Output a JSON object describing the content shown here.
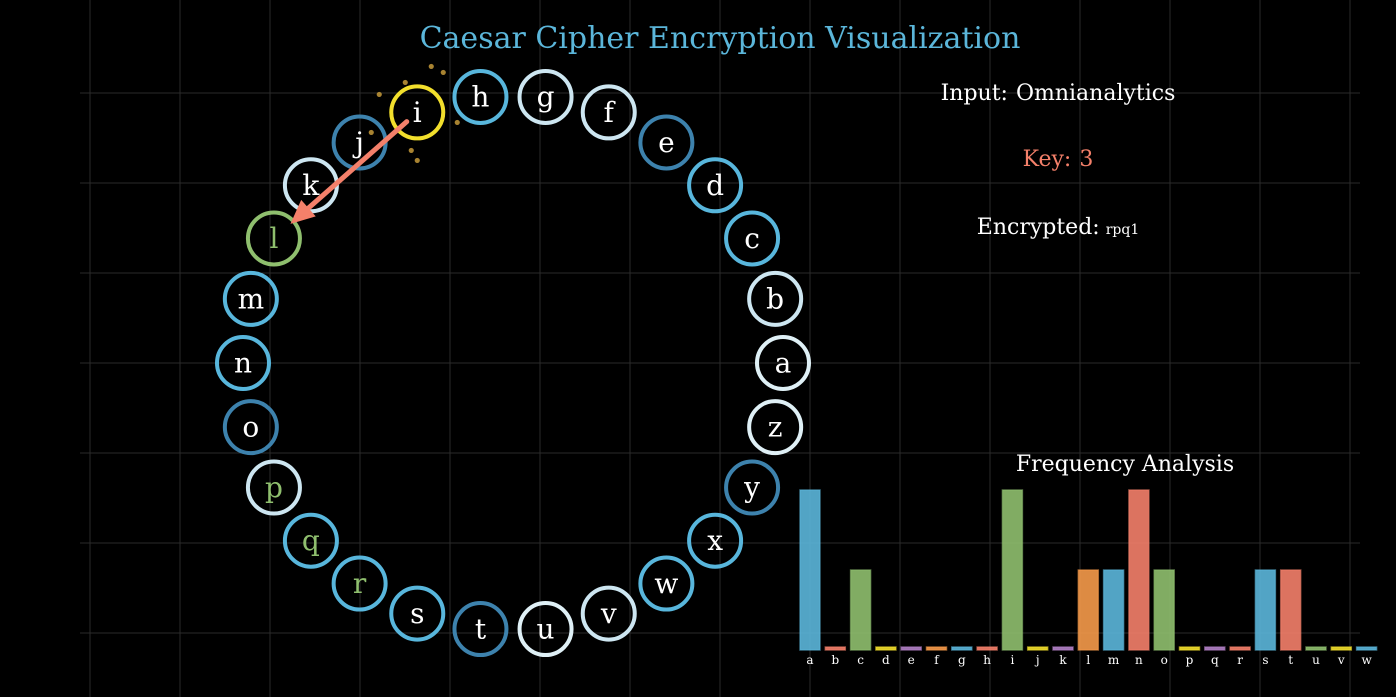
{
  "title": "Caesar Cipher Encryption Visualization",
  "info": {
    "input_label": "Input:",
    "input_value": "Omnianalytics",
    "key_label": "Key:",
    "key_value": "3",
    "encrypted_label": "Encrypted:",
    "encrypted_value": "rpq1"
  },
  "colors": {
    "background": "#000000",
    "title": "#5bb6da",
    "key": "#f4806a",
    "highlight_circle": "#f2df2c",
    "arrow": "#f4806a",
    "shifted_text": "#8fbf6e",
    "shifted_circle": "#8fbf6e"
  },
  "wheel": {
    "letters": [
      {
        "ch": "a",
        "ring": "#dff0f6",
        "text": "white"
      },
      {
        "ch": "b",
        "ring": "#cde6f1",
        "text": "white"
      },
      {
        "ch": "c",
        "ring": "#58b6dc",
        "text": "white"
      },
      {
        "ch": "d",
        "ring": "#58b6dc",
        "text": "white"
      },
      {
        "ch": "e",
        "ring": "#3d82ad",
        "text": "white"
      },
      {
        "ch": "f",
        "ring": "#cde6f1",
        "text": "white"
      },
      {
        "ch": "g",
        "ring": "#cde6f1",
        "text": "white"
      },
      {
        "ch": "h",
        "ring": "#58b6dc",
        "text": "white"
      },
      {
        "ch": "i",
        "ring": "#f2df2c",
        "text": "white"
      },
      {
        "ch": "j",
        "ring": "#3d82ad",
        "text": "white"
      },
      {
        "ch": "k",
        "ring": "#cde6f1",
        "text": "white"
      },
      {
        "ch": "l",
        "ring": "#8fbf6e",
        "text": "green"
      },
      {
        "ch": "m",
        "ring": "#58b6dc",
        "text": "white"
      },
      {
        "ch": "n",
        "ring": "#58b6dc",
        "text": "white"
      },
      {
        "ch": "o",
        "ring": "#3d82ad",
        "text": "white"
      },
      {
        "ch": "p",
        "ring": "#cde6f1",
        "text": "green"
      },
      {
        "ch": "q",
        "ring": "#58b6dc",
        "text": "green"
      },
      {
        "ch": "r",
        "ring": "#58b6dc",
        "text": "green"
      },
      {
        "ch": "s",
        "ring": "#58b6dc",
        "text": "white"
      },
      {
        "ch": "t",
        "ring": "#3d82ad",
        "text": "white"
      },
      {
        "ch": "u",
        "ring": "#dff0f6",
        "text": "white"
      },
      {
        "ch": "v",
        "ring": "#cde6f1",
        "text": "white"
      },
      {
        "ch": "w",
        "ring": "#58b6dc",
        "text": "white"
      },
      {
        "ch": "x",
        "ring": "#58b6dc",
        "text": "white"
      },
      {
        "ch": "y",
        "ring": "#3d82ad",
        "text": "white"
      },
      {
        "ch": "z",
        "ring": "#dff0f6",
        "text": "white"
      }
    ],
    "highlight_from": "i",
    "highlight_to": "l"
  },
  "chart_data": {
    "type": "bar",
    "title": "Frequency Analysis",
    "categories": [
      "a",
      "b",
      "c",
      "d",
      "e",
      "f",
      "g",
      "h",
      "i",
      "j",
      "k",
      "l",
      "m",
      "n",
      "o",
      "p",
      "q",
      "r",
      "s",
      "t",
      "u",
      "v",
      "w"
    ],
    "values": [
      2,
      0,
      1,
      0,
      0,
      0,
      0,
      0,
      2,
      0,
      0,
      1,
      1,
      2,
      1,
      0,
      0,
      0,
      1,
      1,
      0,
      0,
      0
    ],
    "colors": [
      "#5bb6da",
      "#f4806a",
      "#8fbf6e",
      "#f2df2c",
      "#b07fc4",
      "#f59a4a",
      "#5bb6da",
      "#f4806a",
      "#8fbf6e",
      "#f2df2c",
      "#b07fc4",
      "#f59a4a",
      "#5bb6da",
      "#f4806a",
      "#8fbf6e",
      "#f2df2c",
      "#b07fc4",
      "#f4806a",
      "#5bb6da",
      "#f4806a",
      "#8fbf6e",
      "#f2df2c",
      "#5bb6da"
    ],
    "ylim": [
      0,
      2
    ],
    "grid": false
  }
}
